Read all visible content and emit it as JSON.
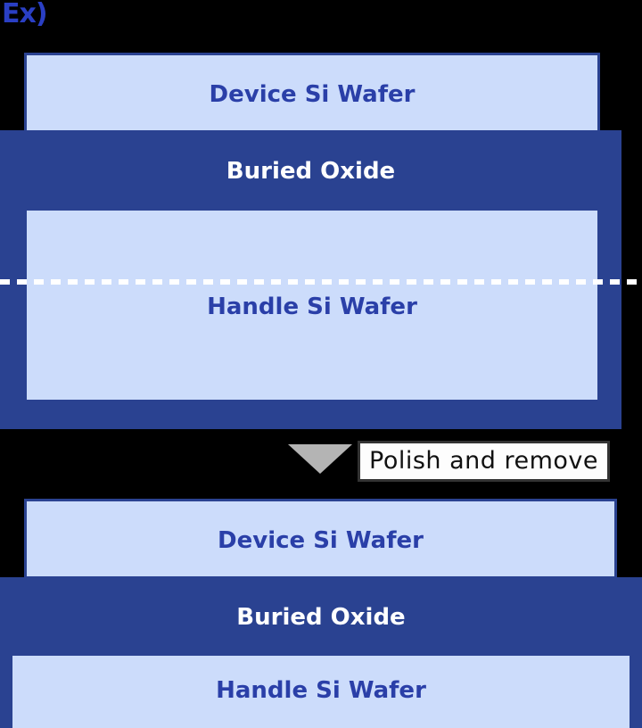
{
  "figure": {
    "example_tag": "Ex)",
    "accent_colors": {
      "oxide_dark_blue": "#2A4291",
      "wafer_light_blue": "#CCDCFB",
      "label_text_blue": "#2A3FA8",
      "label_text_white": "#FFFFFF",
      "arrow_gray": "#B4B4B4",
      "callout_border": "#333333",
      "background": "#000000",
      "example_tag_blue": "#2A3FC4"
    }
  },
  "before_stack": {
    "name": "before-polish-stack",
    "layers": [
      {
        "id": "device-si-wafer",
        "label": "Device Si Wafer",
        "fill": "light"
      },
      {
        "id": "buried-oxide",
        "label": "Buried Oxide",
        "fill": "dark"
      },
      {
        "id": "handle-si-wafer",
        "label": "Handle Si Wafer",
        "fill": "light"
      }
    ]
  },
  "process_step": {
    "name": "polish-and-remove",
    "callout_text": "Polish and remove",
    "arrow_direction": "down",
    "arrow_icon": "arrow-down-icon"
  },
  "cut_line": {
    "style": "dashed",
    "color": "#FFFFFF",
    "meaning": "polish / removal plane"
  },
  "after_stack": {
    "name": "after-polish-stack",
    "layers": [
      {
        "id": "device-si-wafer",
        "label": "Device Si Wafer",
        "fill": "light"
      },
      {
        "id": "buried-oxide",
        "label": "Buried Oxide",
        "fill": "dark"
      },
      {
        "id": "handle-si-wafer",
        "label": "Handle Si Wafer",
        "fill": "light"
      }
    ]
  }
}
